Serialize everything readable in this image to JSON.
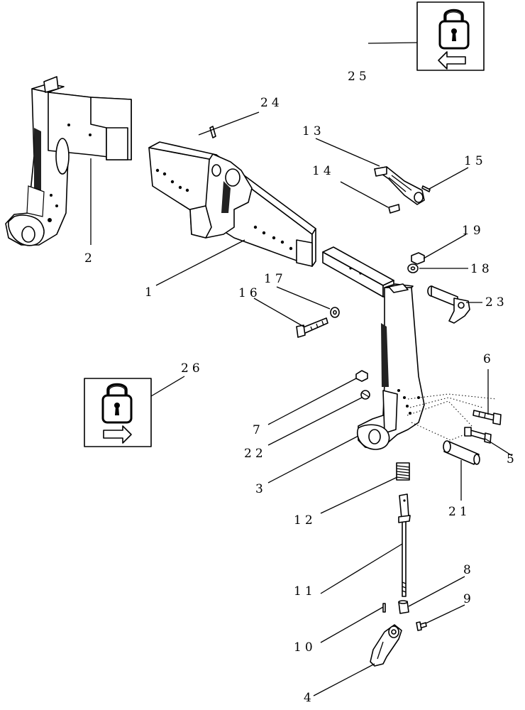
{
  "callouts": {
    "c1": "1",
    "c2": "2",
    "c3": "3",
    "c4": "4",
    "c5": "5",
    "c6": "6",
    "c7": "7",
    "c8": "8",
    "c9": "9",
    "c10": "10",
    "c11": "11",
    "c12": "12",
    "c13": "13",
    "c14": "14",
    "c15": "15",
    "c16": "16",
    "c17": "17",
    "c18": "18",
    "c19": "19",
    "c21": "21",
    "c22": "22",
    "c23": "23",
    "c24": "24",
    "c25": "25",
    "c26": "26"
  },
  "icons": {
    "lock_left": "padlock-arrow-left",
    "lock_right": "padlock-arrow-right"
  },
  "colors": {
    "ink": "#000000",
    "paper": "#ffffff"
  }
}
